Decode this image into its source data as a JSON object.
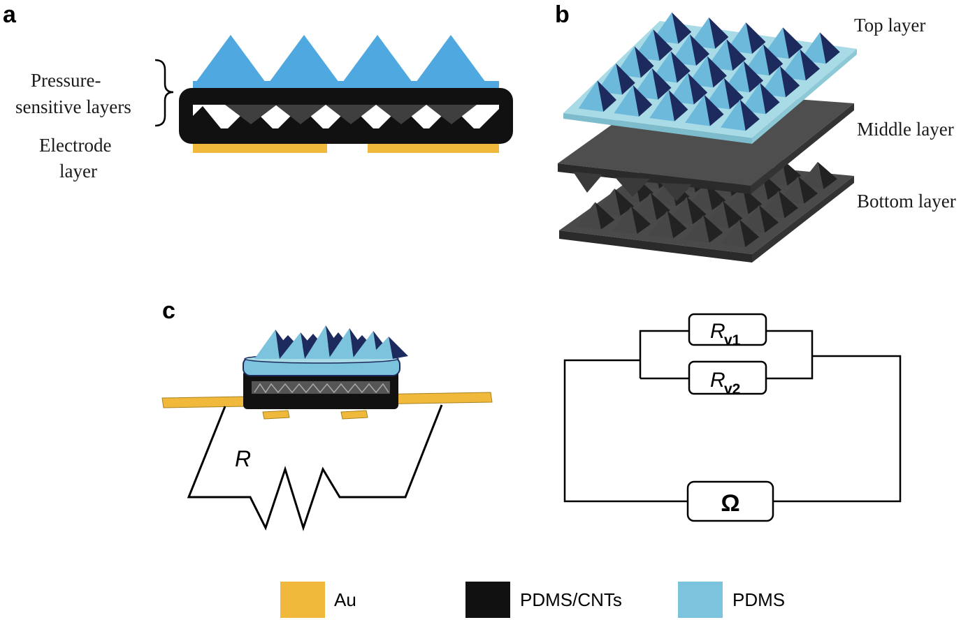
{
  "panels": {
    "a": {
      "letter": "a",
      "label_pressure_line1": "Pressure-",
      "label_pressure_line2": "sensitive layers",
      "label_electrode_line1": "Electrode",
      "label_electrode_line2": "layer"
    },
    "b": {
      "letter": "b",
      "label_top": "Top layer",
      "label_middle": "Middle layer",
      "label_bottom": "Bottom layer"
    },
    "c": {
      "letter": "c",
      "resistor_label": "R",
      "rv1_main": "R",
      "rv1_sub": "v1",
      "rv2_main": "R",
      "rv2_sub": "v2",
      "ohmmeter_symbol": "Ω"
    }
  },
  "legend": [
    {
      "label": "Au",
      "color": "#f0b93c"
    },
    {
      "label": "PDMS/CNTs",
      "color": "#111111"
    },
    {
      "label": "PDMS",
      "color": "#7cc3de"
    }
  ],
  "colors": {
    "gold": "#f0b93c",
    "blue_bright": "#4fa8e0",
    "blue_light": "#a8dbe6",
    "blue_pyramid": "#6cb9dc",
    "blue_dark": "#1d2a5e",
    "black": "#111111",
    "gray_dark": "#3f3f3f",
    "gray_mid": "#555555"
  }
}
